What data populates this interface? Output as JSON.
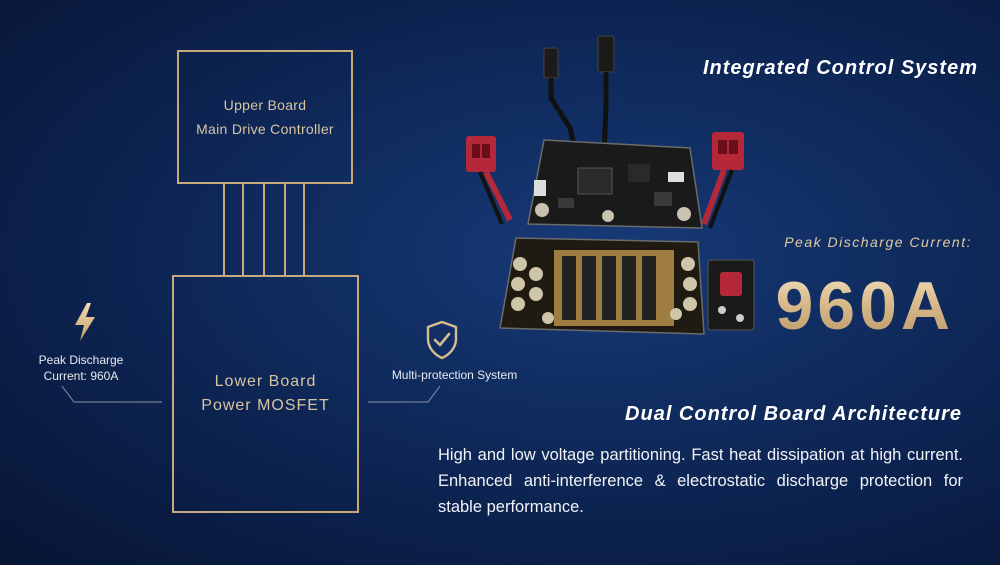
{
  "diagram": {
    "upper_board": {
      "line1": "Upper Board",
      "line2": "Main Drive Controller"
    },
    "lower_board": {
      "line1": "Lower Board",
      "line2": "Power MOSFET"
    },
    "left_feature": {
      "icon": "lightning-bolt-icon",
      "line1": "Peak Discharge",
      "line2": "Current: 960A"
    },
    "right_feature": {
      "icon": "shield-check-icon",
      "label": "Multi-protection System"
    }
  },
  "headline": {
    "integrated": "Integrated Control System",
    "peak_label": "Peak Discharge Current:",
    "peak_value": "960A",
    "dual": "Dual Control Board Architecture",
    "description": "High and low voltage partitioning. Fast heat dissipation at high current. Enhanced anti-interference & electrostatic discharge protection for stable performance."
  },
  "colors": {
    "background": "#0f2a5c",
    "gold": "#c8a97a",
    "board_red": "#c0293a",
    "board_black": "#1a1a1a"
  }
}
